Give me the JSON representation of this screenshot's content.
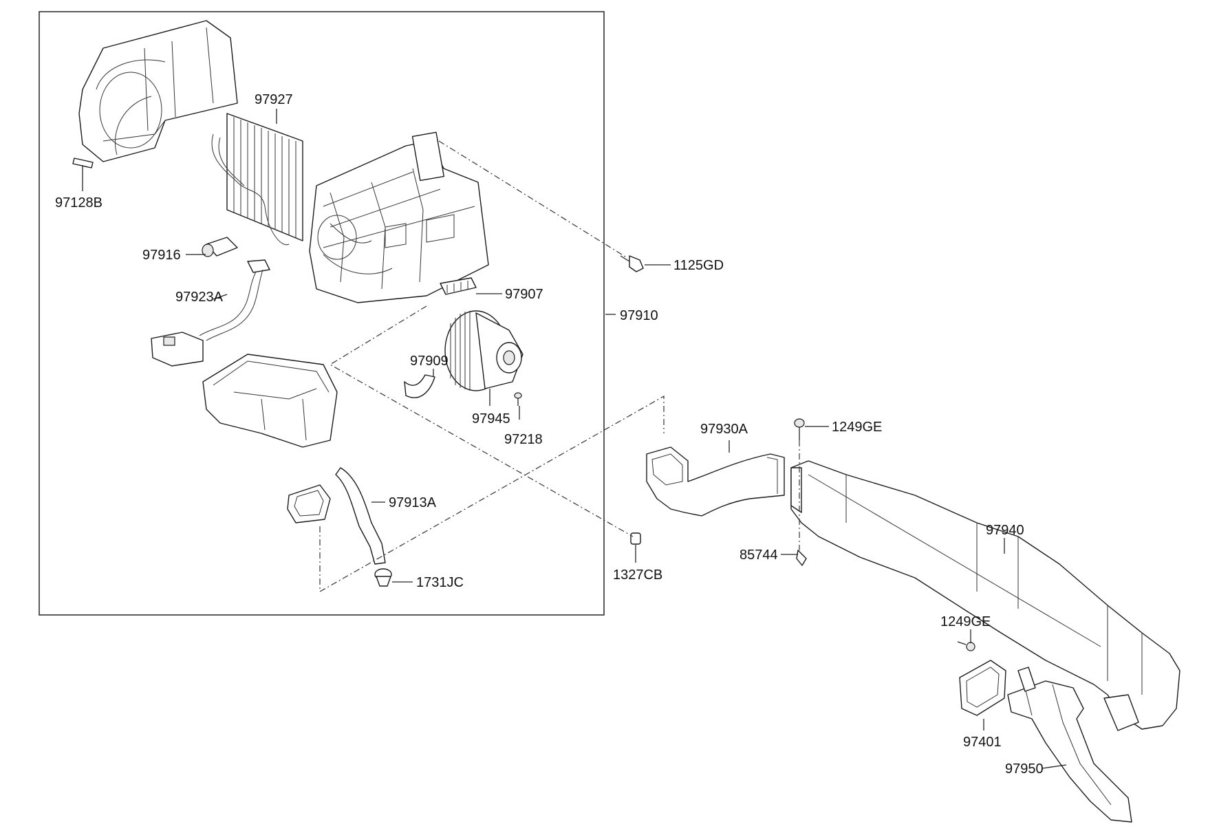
{
  "labels": {
    "p97927": "97927",
    "p97128B": "97128B",
    "p97916": "97916",
    "p97923A": "97923A",
    "p1125GD": "1125GD",
    "p97907": "97907",
    "p97910": "97910",
    "p97909": "97909",
    "p97945": "97945",
    "p97218": "97218",
    "p97930A": "97930A",
    "p1249GE_a": "1249GE",
    "p97913A": "97913A",
    "p1327CB": "1327CB",
    "p1731JC": "1731JC",
    "p85744": "85744",
    "p97940": "97940",
    "p1249GE_b": "1249GE",
    "p97401": "97401",
    "p97950": "97950"
  }
}
